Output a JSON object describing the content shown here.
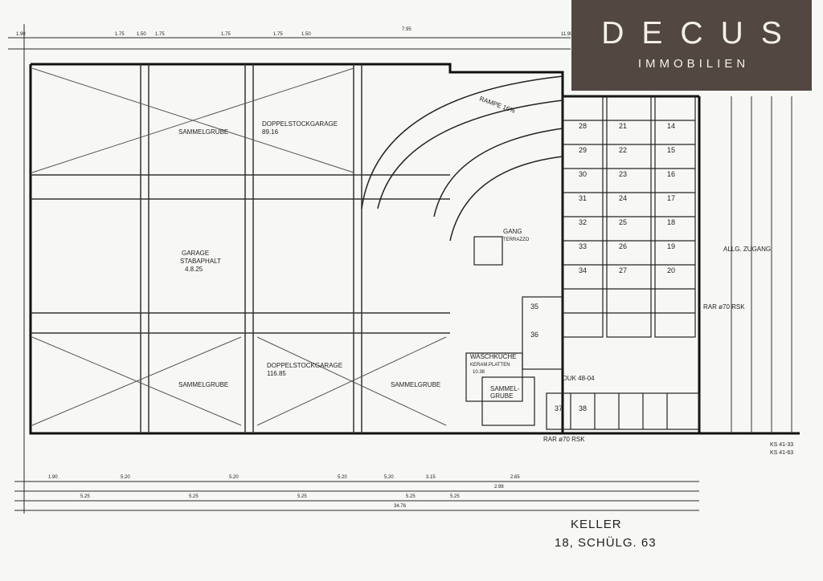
{
  "brand": {
    "name": "DECUS",
    "subtitle": "IMMOBILIEN",
    "background_color": "#524741",
    "text_color": "#f3f0ec"
  },
  "plan": {
    "title": "KELLER",
    "address": "18, SCHÜLG. 63",
    "rooms": [
      {
        "key": "sammelgrube_tl",
        "label": "SAMMELGRUBE"
      },
      {
        "key": "doppelstock_top",
        "label": "DOPPELSTOCKGARAGE"
      },
      {
        "key": "doppelstock_top_area",
        "label": "89.16"
      },
      {
        "key": "garage",
        "label": "GARAGE"
      },
      {
        "key": "garage_sub",
        "label": "STABAPHALT"
      },
      {
        "key": "garage_area",
        "label": "4.8.25"
      },
      {
        "key": "sammelgrube_bl",
        "label": "SAMMELGRUBE"
      },
      {
        "key": "doppelstock_bottom",
        "label": "DOPPELSTOCKGARAGE"
      },
      {
        "key": "doppelstock_bottom_area",
        "label": "116.85"
      },
      {
        "key": "sammelgrube_bm",
        "label": "SAMMELGRUBE"
      },
      {
        "key": "rampe",
        "label": "RAMPE 16%"
      },
      {
        "key": "gang",
        "label": "GANG"
      },
      {
        "key": "gang_sub",
        "label": "TERRAZZO"
      },
      {
        "key": "waschkueche",
        "label": "WASCHKÜCHE"
      },
      {
        "key": "waschkueche_sub",
        "label": "KERAM.PLATTEN"
      },
      {
        "key": "waschkueche_area",
        "label": "10.38"
      },
      {
        "key": "sammelgrube_r",
        "label": "SAMMEL-"
      },
      {
        "key": "sammelgrube_r2",
        "label": "GRUBE"
      },
      {
        "key": "zugang",
        "label": "ALLG. ZUGANG"
      },
      {
        "key": "duk",
        "label": "DUK 48-04"
      },
      {
        "key": "rar_right",
        "label": "RAR ø70 RSK"
      },
      {
        "key": "rar_bottom",
        "label": "RAR ø70 RSK"
      },
      {
        "key": "ks1",
        "label": "KS 41-33"
      },
      {
        "key": "ks2",
        "label": "KS 41-63"
      }
    ],
    "dimensions": {
      "top": [
        "1.90",
        "1.75",
        "1.50",
        "1.75",
        "1.75",
        "1.75",
        "1.50",
        "7.95",
        "11.90"
      ],
      "bottom_row1": [
        "1.90",
        "5.20",
        "5.20",
        "5.20",
        "5.20",
        "3.15",
        "2.65"
      ],
      "bottom_row2": [
        "5.25",
        "5.25",
        "5.25",
        "5.25",
        "5.25",
        "2.98"
      ],
      "total": "34.76"
    },
    "cell_numbers": [
      "14",
      "15",
      "16",
      "17",
      "18",
      "19",
      "20",
      "21",
      "22",
      "23",
      "24",
      "25",
      "26",
      "27",
      "28",
      "29",
      "30",
      "31",
      "32",
      "33",
      "34",
      "35",
      "36",
      "37",
      "38"
    ]
  }
}
